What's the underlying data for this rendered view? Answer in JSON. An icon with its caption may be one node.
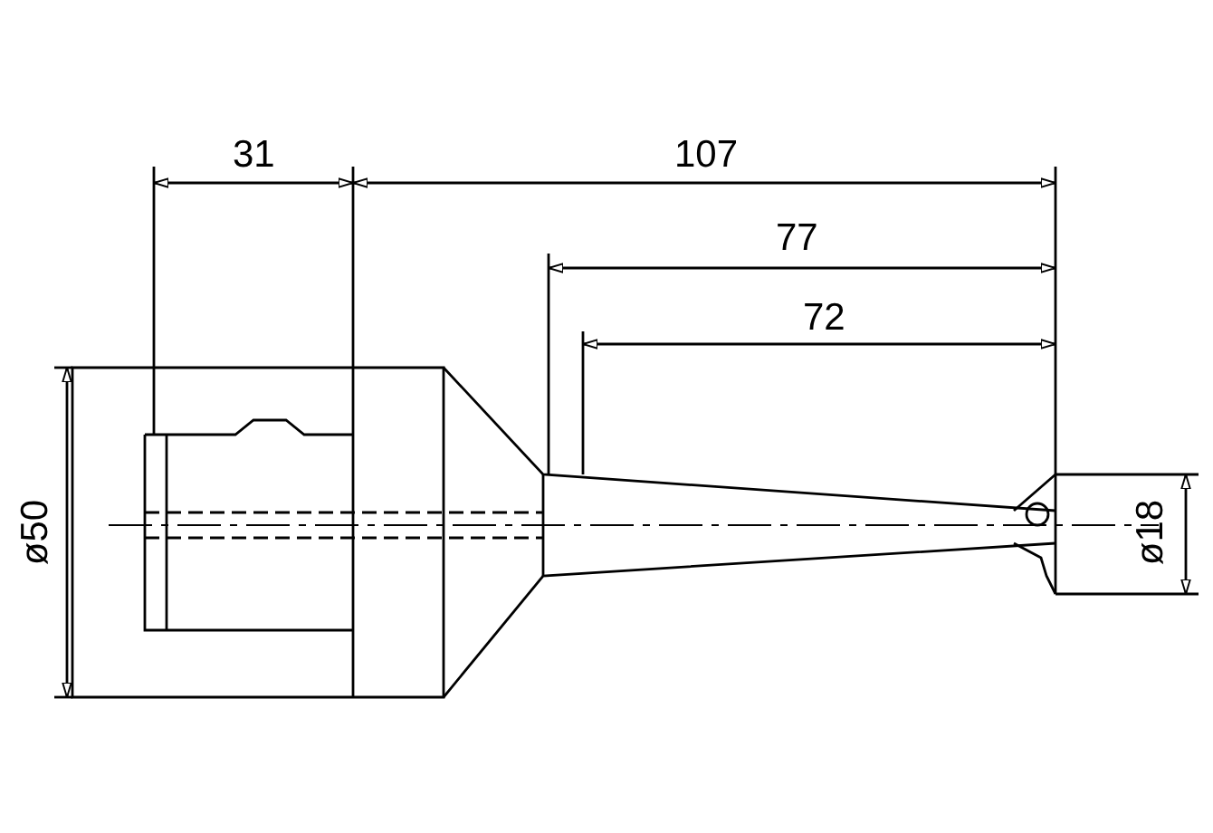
{
  "diagram": {
    "labels": [
      "31",
      "107",
      "77",
      "72",
      "ø50",
      "ø18"
    ]
  }
}
